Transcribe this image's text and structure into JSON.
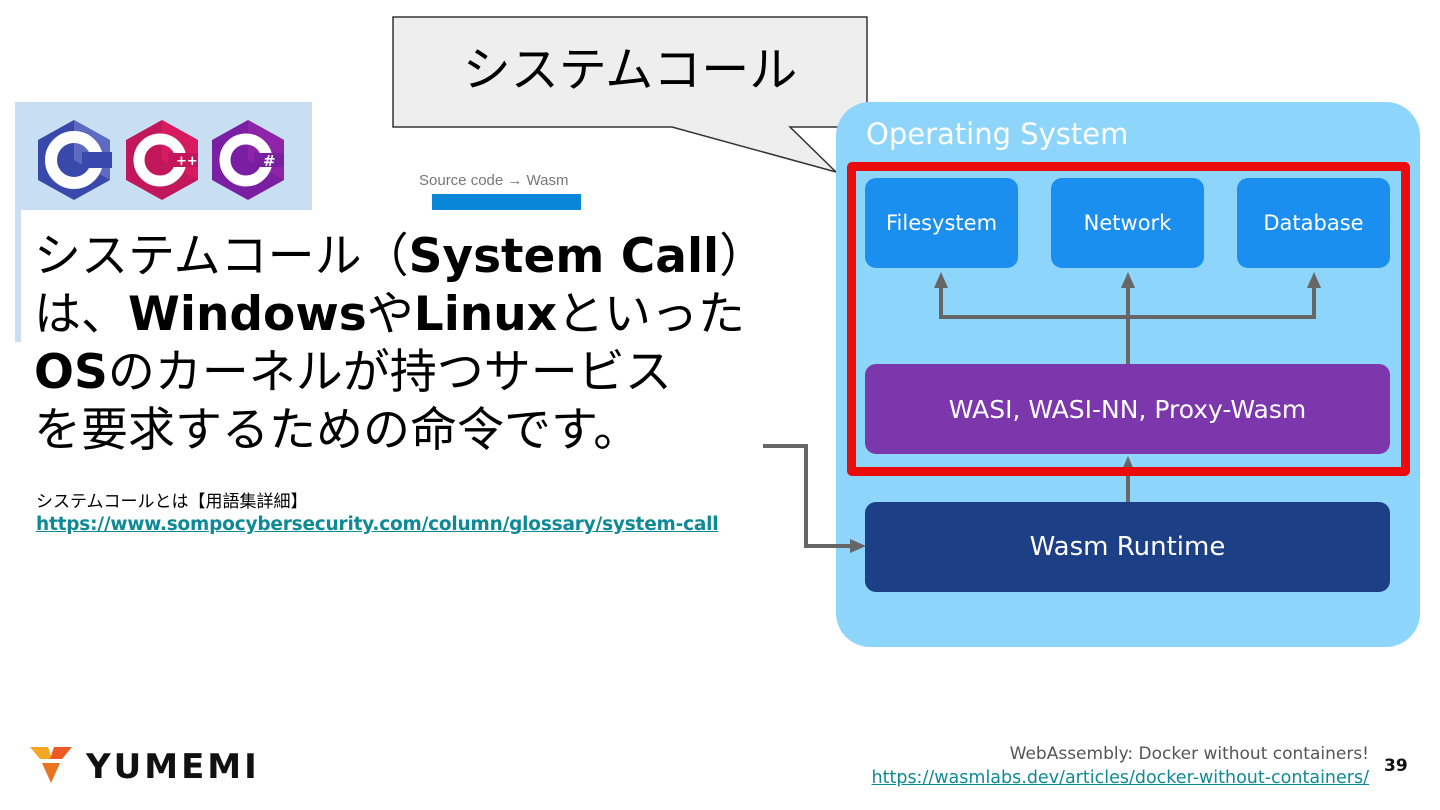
{
  "callout": {
    "text": "システムコール"
  },
  "logos": [
    {
      "name": "C",
      "glyph": "C",
      "sup": "",
      "color": "#3949ab"
    },
    {
      "name": "C++",
      "glyph": "C",
      "sup": "++",
      "color": "#c2185b"
    },
    {
      "name": "C#",
      "glyph": "C",
      "sup": "#",
      "color": "#7b1fa2"
    }
  ],
  "source_label": "Source code → Wasm",
  "main": {
    "l1_a": "システムコール（",
    "l1_b": "System Call",
    "l1_c": "）",
    "l2_a": "は、",
    "l2_b": "Windows",
    "l2_c": "や",
    "l2_d": "Linux",
    "l2_e": "といった",
    "l3_a": "OS",
    "l3_b": "のカーネルが持つサービス",
    "l4": "を要求するための命令です。"
  },
  "reference": {
    "title": "システムコールとは【用語集詳細】",
    "url": "https://www.sompocybersecurity.com/column/glossary/system-call"
  },
  "diagram": {
    "os_title": "Operating System",
    "services": [
      "Filesystem",
      "Network",
      "Database"
    ],
    "interfaces": "WASI, WASI-NN, Proxy-Wasm",
    "runtime": "Wasm Runtime"
  },
  "footer": {
    "brand": "YUMEMI",
    "source_title": "WebAssembly: Docker without containers!",
    "source_url": "https://wasmlabs.dev/articles/docker-without-containers/",
    "page": "39"
  },
  "colors": {
    "os_bg": "#8dd5fb",
    "service": "#1a8ff0",
    "wasi": "#7d37ad",
    "runtime": "#1d3f86",
    "highlight": "#ec0b0b",
    "link": "#0e8a96"
  }
}
